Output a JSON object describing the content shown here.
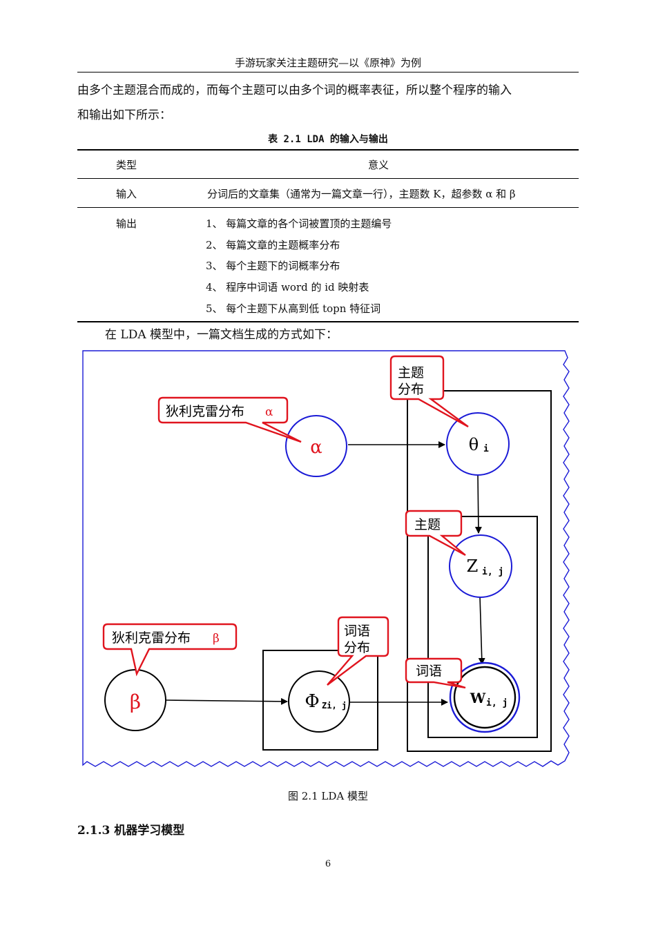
{
  "header": "手游玩家关注主题研究—以《原神》为例",
  "para1_line1": "由多个主题混合而成的，而每个主题可以由多个词的概率表征，所以整个程序的输入",
  "para1_line2": "和输出如下所示：",
  "table": {
    "caption": "表 2.1 LDA 的输入与输出",
    "col_type": "类型",
    "col_meaning": "意义",
    "input_label": "输入",
    "input_value": "分词后的文章集（通常为一篇文章一行），主题数 K，超参数 α 和 β",
    "output_label": "输出",
    "output_items": [
      "1、 每篇文章的各个词被置顶的主题编号",
      "2、 每篇文章的主题概率分布",
      "3、 每个主题下的词概率分布",
      "4、 程序中词语 word 的 id 映射表",
      "5、 每个主题下从高到低 topn 特征词"
    ]
  },
  "para2": "在 LDA 模型中，一篇文档生成的方式如下：",
  "diagram": {
    "callout_topic_dist_1": "主题",
    "callout_topic_dist_2": "分布",
    "callout_dirichlet_alpha": "狄利克雷分布",
    "callout_alpha_sym": "α",
    "node_alpha": "α",
    "node_theta": "θ",
    "node_theta_sub": "i",
    "callout_topic": "主题",
    "node_z": "Z",
    "node_z_sub": "i, j",
    "callout_dirichlet_beta": "狄利克雷分布",
    "callout_beta_sym": "β",
    "callout_word_dist_1": "词语",
    "callout_word_dist_2": "分布",
    "node_beta": "β",
    "node_phi": "Φ",
    "node_phi_sub": "Zi, j",
    "callout_word": "词语",
    "node_w": "W",
    "node_w_sub": "i, j"
  },
  "figure_caption": "图 2.1 LDA 模型",
  "section_heading": "2.1.3 机器学习模型",
  "page_number": "6",
  "colors": {
    "red": "#e0141e",
    "blue": "#1a1ad6",
    "border": "#1a1ad6"
  }
}
